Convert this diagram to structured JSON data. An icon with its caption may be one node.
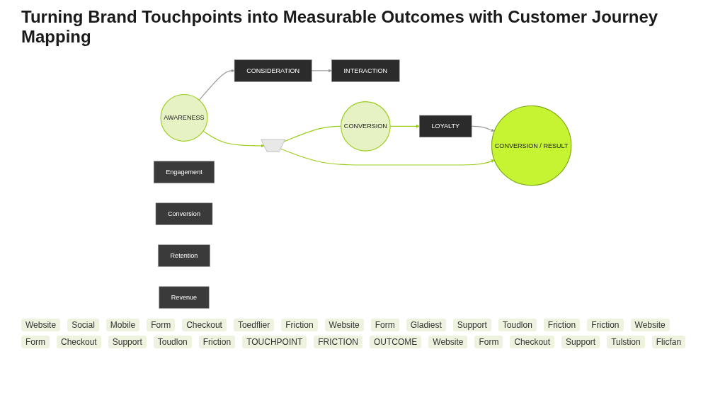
{
  "diagram": {
    "title": "Turning Brand Touchpoints into Measurable Outcomes with Customer Journey Mapping",
    "nodes": [
      {
        "text": [
          "AWARENESS"
        ]
      },
      {
        "text": [
          "CONSIDERATION"
        ]
      },
      {
        "text": [
          "INTERACTION"
        ]
      },
      {
        "text": [],
        "shape": "funnel"
      },
      {
        "text": [
          "CONVERSION"
        ]
      },
      {
        "text": [
          "LOYALTY"
        ]
      },
      {
        "text": [
          "CONVERSION / RESULT"
        ]
      },
      {
        "text": [
          "Engagement"
        ]
      },
      {
        "text": [
          "Conversion"
        ]
      },
      {
        "text": [
          "Retention"
        ]
      },
      {
        "text": [
          "Revenue"
        ]
      }
    ],
    "edges": [
      {
        "from": 0,
        "to": 1,
        "arrow": "to",
        "color": "#9a9a9a"
      },
      {
        "from": 1,
        "to": 2,
        "arrow": "to",
        "color": "#9a9a9a"
      },
      {
        "from": 0,
        "to": 3,
        "arrow": "to"
      },
      {
        "from": 3,
        "to": 4,
        "arrow": "none"
      },
      {
        "from": 4,
        "to": 5,
        "arrow": "to"
      },
      {
        "from": 5,
        "to": 6,
        "arrow": "to",
        "color": "#9a9a9a"
      },
      {
        "from": 3,
        "to": 6,
        "arrow": "to"
      }
    ],
    "labels": [
      "Website",
      "Social",
      "Mobile",
      "Form",
      "Checkout",
      "Toedflier",
      "Friction",
      "Website",
      "Form",
      "Gladiest",
      "Support",
      "Toudlon",
      "Friction",
      "Friction",
      "Website",
      "Form",
      "Checkout",
      "Support",
      "Toudlon",
      "Friction",
      "TOUCHPOINT",
      "FRICTION",
      "OUTCOME",
      "Website",
      "Form",
      "Checkout",
      "Support",
      "Tulstion",
      "Flicfan"
    ]
  }
}
